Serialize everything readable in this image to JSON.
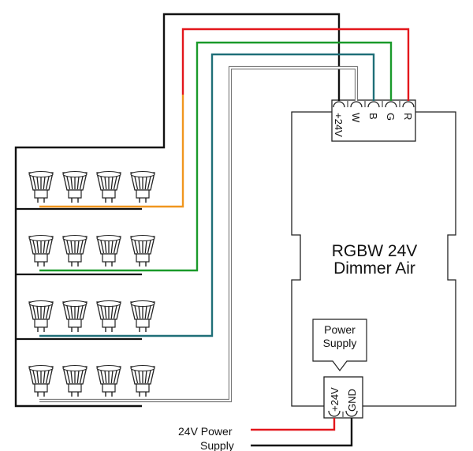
{
  "device": {
    "title_line1": "RGBW 24V",
    "title_line2": "Dimmer Air"
  },
  "output_terminals": [
    "+24V",
    "W",
    "B",
    "G",
    "R"
  ],
  "power_supply_label": {
    "line1": "Power",
    "line2": "Supply"
  },
  "input_terminals": [
    "+24V",
    "GND"
  ],
  "power_input_label": {
    "line1": "24V Power",
    "line2": "Supply"
  },
  "wire_colors": {
    "plus24v": "#111111",
    "red": "#e3161b",
    "green": "#1a9a2a",
    "blue": "#1f6f78",
    "white": "#8a8a8a",
    "orange_segment": "#f0961e"
  },
  "lamp_rows": [
    {
      "color_key": "orange",
      "lamps": 4
    },
    {
      "color_key": "green",
      "lamps": 4
    },
    {
      "color_key": "blue",
      "lamps": 4
    },
    {
      "color_key": "white",
      "lamps": 4
    }
  ]
}
